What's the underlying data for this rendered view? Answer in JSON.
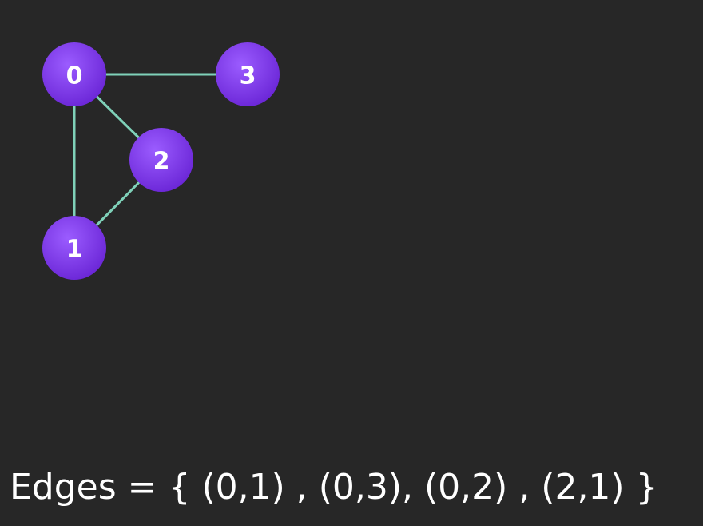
{
  "graph": {
    "nodes": [
      {
        "id": "0",
        "label": "0"
      },
      {
        "id": "3",
        "label": "3"
      },
      {
        "id": "2",
        "label": "2"
      },
      {
        "id": "1",
        "label": "1"
      }
    ],
    "edges": [
      {
        "from": "0",
        "to": "1"
      },
      {
        "from": "0",
        "to": "3"
      },
      {
        "from": "0",
        "to": "2"
      },
      {
        "from": "2",
        "to": "1"
      }
    ]
  },
  "caption": "Edges = { (0,1) , (0,3), (0,2) , (2,1) }",
  "colors": {
    "background": "#272727",
    "edge": "#7fd1b9",
    "node_light": "#8f4dfb",
    "node_dark": "#6a25d6",
    "text": "#ffffff"
  }
}
